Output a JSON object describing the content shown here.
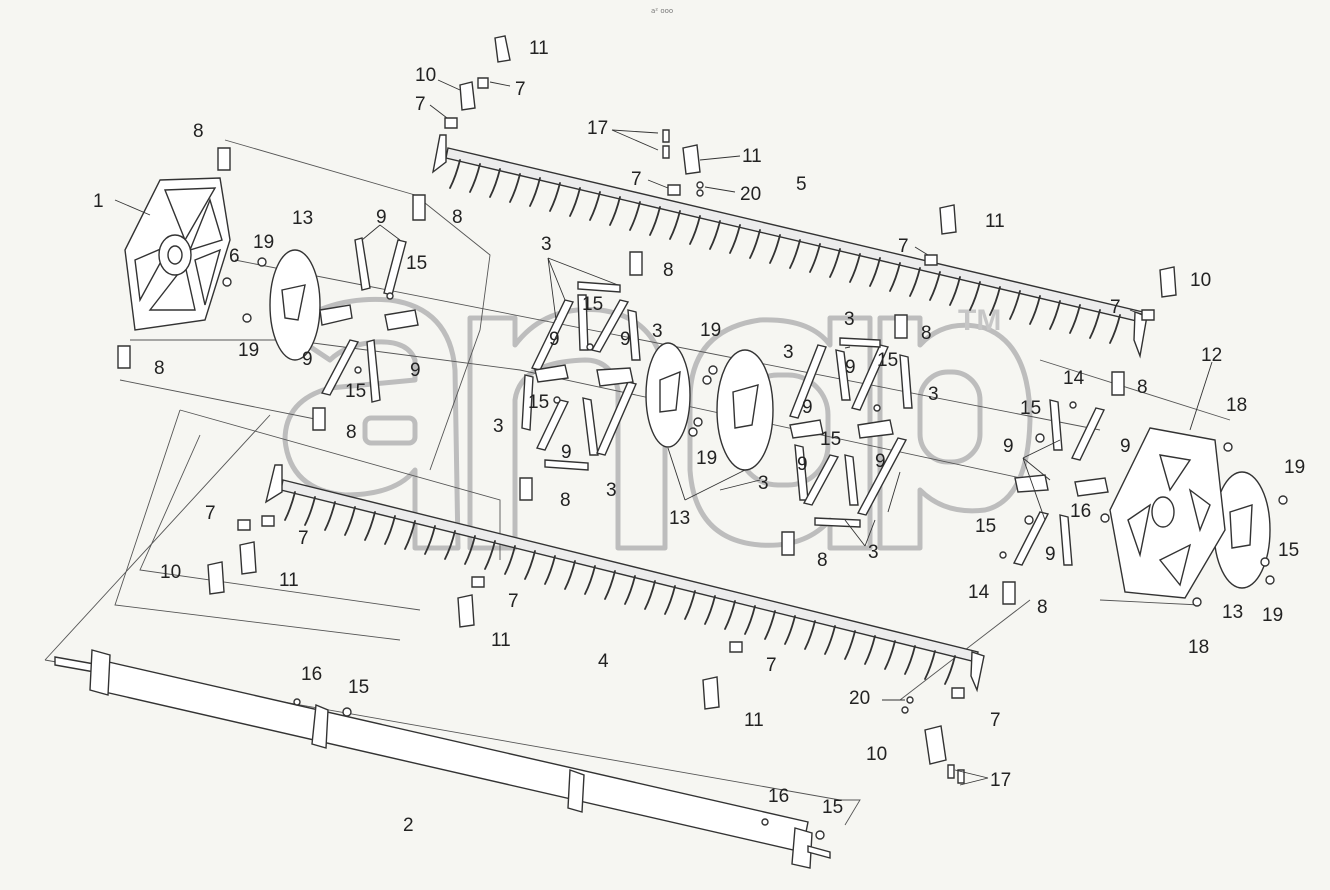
{
  "header": {
    "caption": "a² ooo"
  },
  "watermark": {
    "tm": "TM"
  },
  "colors": {
    "line": "#333333",
    "background": "#f6f6f2",
    "watermark": "#bdbdbd"
  },
  "labels": {
    "l1": "1",
    "l2": "2",
    "l3": "3",
    "l4": "4",
    "l5": "5",
    "l6": "6",
    "l7": "7",
    "l8": "8",
    "l9": "9",
    "l10": "10",
    "l11": "11",
    "l12": "12",
    "l13": "13",
    "l14": "14",
    "l15": "15",
    "l16": "16",
    "l17": "17",
    "l18": "18",
    "l19": "19",
    "l20": "20"
  }
}
